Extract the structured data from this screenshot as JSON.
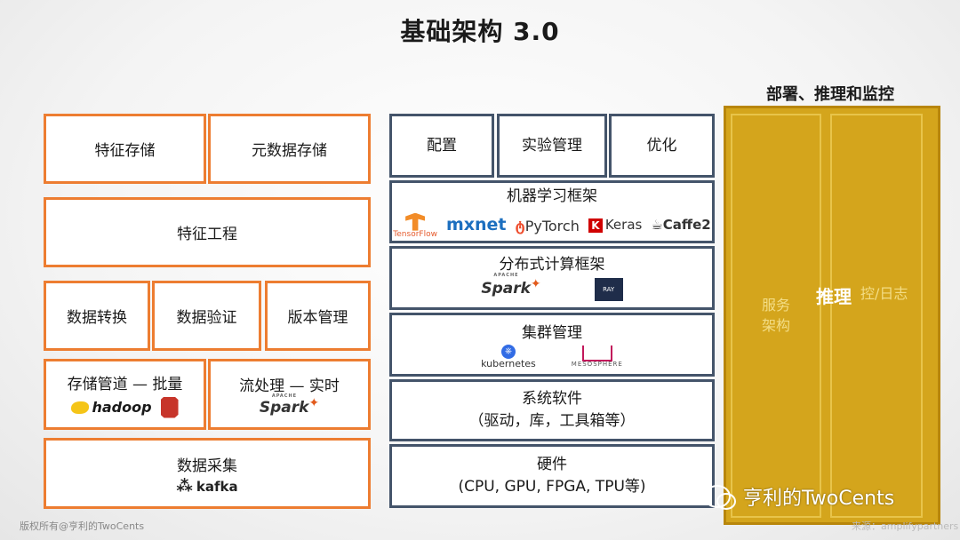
{
  "title": "基础架构 3.0",
  "left": {
    "feature_store": "特征存储",
    "metadata_store": "元数据存储",
    "feature_engineering": "特征工程",
    "data_transform": "数据转换",
    "data_validation": "数据验证",
    "version_mgmt": "版本管理",
    "storage_pipeline": "存储管道 — 批量",
    "stream_processing": "流处理 — 实时",
    "data_collection": "数据采集",
    "logos": {
      "hadoop": "hadoop",
      "spark": "Spark",
      "spark_apache": "APACHE",
      "kafka": "kafka"
    }
  },
  "middle": {
    "config": "配置",
    "experiment_mgmt": "实验管理",
    "optimization": "优化",
    "ml_framework": "机器学习框架",
    "distributed_framework": "分布式计算框架",
    "cluster_mgmt": "集群管理",
    "system_software_line1": "系统软件",
    "system_software_line2": "（驱动，库，工具箱等）",
    "hardware_line1": "硬件",
    "hardware_line2": "(CPU, GPU, FPGA, TPU等)",
    "logos": {
      "tensorflow": "TensorFlow",
      "mxnet": "mxnet",
      "pytorch": "PyTorch",
      "keras": "Keras",
      "keras_mark": "K",
      "caffe2": "Caffe2",
      "spark": "Spark",
      "spark_apache": "APACHE",
      "ray": "RAY",
      "kubernetes": "kubernetes",
      "mesosphere": "MESOSPHERE"
    }
  },
  "right": {
    "heading": "部署、推理和监控",
    "serving_line1": "服务",
    "serving_line2": "架构",
    "inference": "推理",
    "monitoring_partial": "控/日志"
  },
  "watermark": "亨利的TwoCents",
  "footer_left": "版权所有@亨利的TwoCents",
  "footer_right": "来源：amplifypartners",
  "colors": {
    "orange_border": "#ed7d31",
    "slate_border": "#44546a",
    "gold": "#d4a51c"
  }
}
